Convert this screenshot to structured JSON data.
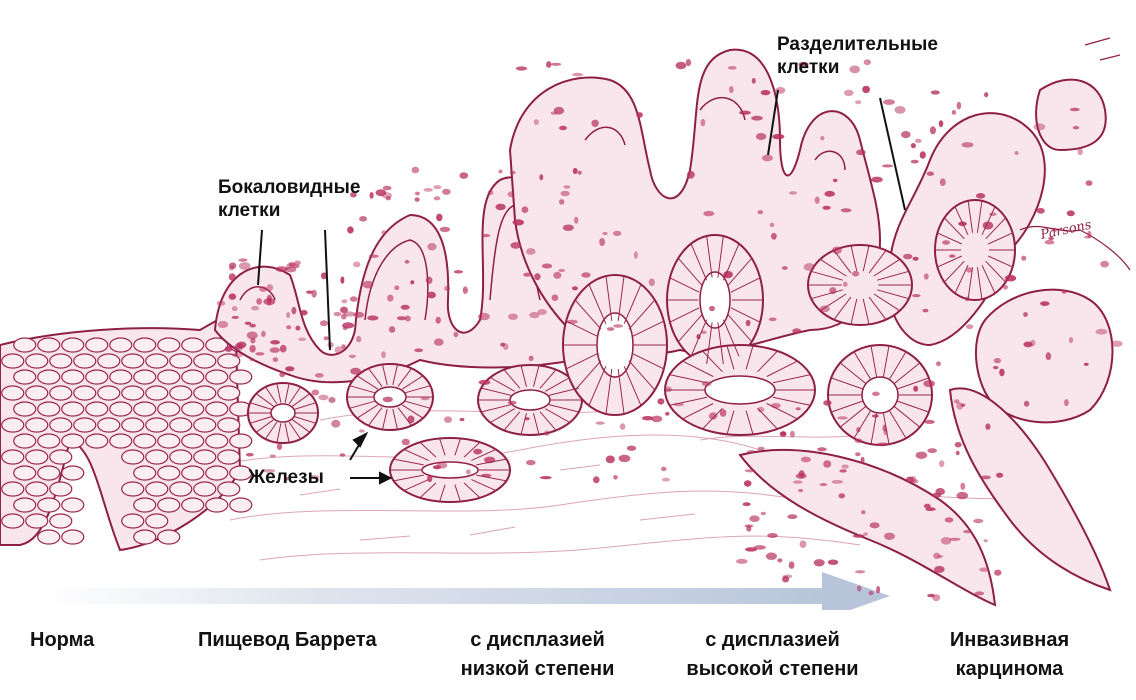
{
  "annotations": {
    "goblet": [
      "Бокаловидные",
      "клетки"
    ],
    "dividing": [
      "Разделительные",
      "клетки"
    ],
    "glands": "Железы",
    "signature": "Parsons"
  },
  "progression": {
    "stages": [
      [
        "Норма"
      ],
      [
        "Пищевод Баррета"
      ],
      [
        "с дисплазией",
        "низкой степени"
      ],
      [
        "с дисплазией",
        "высокой степени"
      ],
      [
        "Инвазивная",
        "карцинома"
      ]
    ]
  },
  "colors": {
    "tissue_stroke": "#8e1f45",
    "tissue_fill": "#f8e6ec",
    "nucleus": "#b8305f",
    "arrow": "#c9d3e3",
    "background": "#ffffff"
  }
}
